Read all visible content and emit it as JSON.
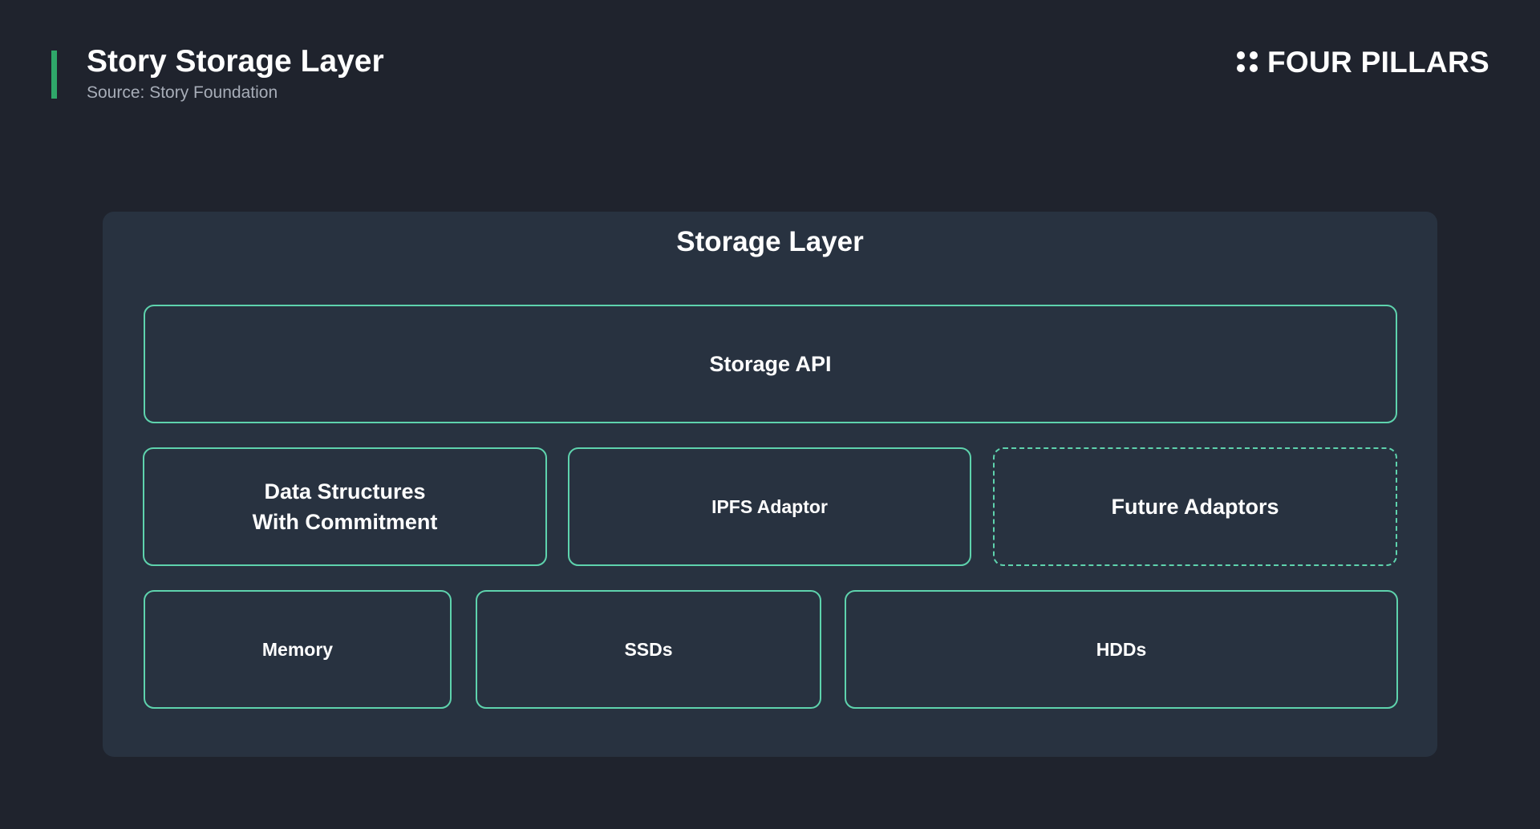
{
  "header": {
    "title": "Story Storage Layer",
    "subtitle": "Source: Story Foundation",
    "accent_color": "#2fa86a"
  },
  "brand": {
    "name": "FOUR PILLARS",
    "icon": "four-dots-logo-icon"
  },
  "diagram": {
    "title": "Storage Layer",
    "box_border_color": "#5ed3ad",
    "panel_color": "#283240",
    "rows": {
      "api": {
        "label": "Storage API"
      },
      "adaptors": [
        {
          "line1": "Data Structures",
          "line2": "With Commitment",
          "style": "solid"
        },
        {
          "label": "IPFS Adaptor",
          "style": "solid"
        },
        {
          "label": "Future Adaptors",
          "style": "dashed"
        }
      ],
      "media": [
        {
          "label": "Memory"
        },
        {
          "label": "SSDs"
        },
        {
          "label": "HDDs"
        }
      ]
    }
  }
}
